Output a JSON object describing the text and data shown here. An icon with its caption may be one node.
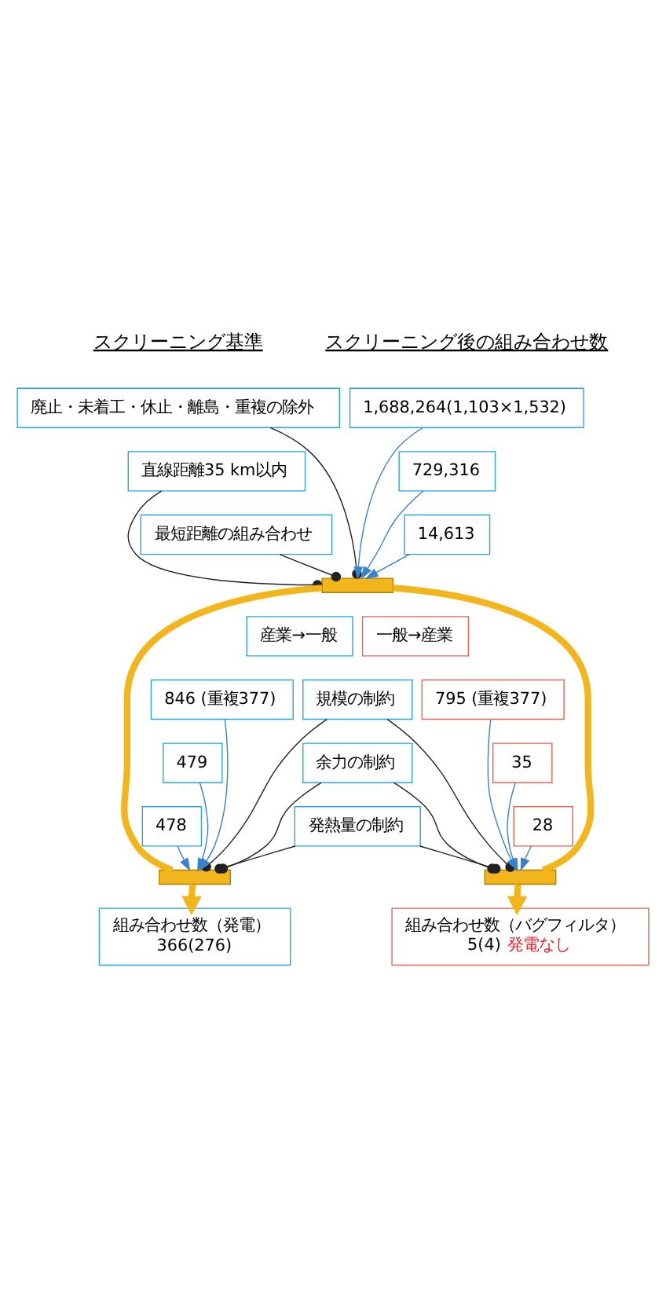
{
  "diagram": {
    "nodes": [
      {
        "text": [
          "廃止・未着工・休止・離島・重複の除外"
        ]
      },
      {
        "text": [
          "直線距離35 km以内"
        ]
      },
      {
        "text": [
          "最短距離の組み合わせ"
        ]
      },
      {
        "text": [
          "1,688,264(1,103×1,532)"
        ]
      },
      {
        "text": [
          "729,316"
        ]
      },
      {
        "text": [
          "14,613"
        ]
      },
      {
        "text": [
          "規模の制約"
        ]
      },
      {
        "text": [
          "余力の制約"
        ]
      },
      {
        "text": [
          "発熱量の制約"
        ]
      },
      {
        "text": [
          "産業→一般"
        ]
      },
      {
        "text": [
          "846 (重複377)"
        ]
      },
      {
        "text": [
          "479"
        ]
      },
      {
        "text": [
          "478"
        ]
      },
      {
        "text": [
          "組み合わせ数（発電）",
          "366(276)"
        ]
      },
      {
        "text": [
          "一般→産業"
        ]
      },
      {
        "text": [
          "795 (重複377)"
        ]
      },
      {
        "text": [
          "35"
        ]
      },
      {
        "text": [
          "28"
        ]
      },
      {
        "text": [
          "組み合わせ数（バグフィルタ）",
          "5(4)",
          "発電なし"
        ]
      },
      {
        "text": [],
        "shape": "bar"
      },
      {
        "text": [],
        "shape": "bar"
      },
      {
        "text": [],
        "shape": "bar"
      }
    ],
    "edges": [
      {
        "from": 0,
        "to": 19,
        "arrow": "other"
      },
      {
        "from": 1,
        "to": 19,
        "arrow": "other"
      },
      {
        "from": 2,
        "to": 19,
        "arrow": "other"
      },
      {
        "from": 3,
        "to": 19,
        "arrow": "to",
        "color": "#3a80d0"
      },
      {
        "from": 4,
        "to": 19,
        "arrow": "to",
        "color": "#3a80d0"
      },
      {
        "from": 5,
        "to": 19,
        "arrow": "to",
        "color": "#3a80d0"
      },
      {
        "from": 19,
        "to": 20,
        "arrow": "none",
        "style": "thick",
        "color": "#f2b51c"
      },
      {
        "from": 19,
        "to": 21,
        "arrow": "none",
        "style": "thick",
        "color": "#f2b51c"
      },
      {
        "from": 6,
        "to": 20,
        "arrow": "other"
      },
      {
        "from": 7,
        "to": 20,
        "arrow": "other"
      },
      {
        "from": 8,
        "to": 20,
        "arrow": "other"
      },
      {
        "from": 6,
        "to": 21,
        "arrow": "other"
      },
      {
        "from": 7,
        "to": 21,
        "arrow": "other"
      },
      {
        "from": 8,
        "to": 21,
        "arrow": "other"
      },
      {
        "from": 10,
        "to": 20,
        "arrow": "to",
        "color": "#3a80d0"
      },
      {
        "from": 11,
        "to": 20,
        "arrow": "to",
        "color": "#3a80d0"
      },
      {
        "from": 12,
        "to": 20,
        "arrow": "to",
        "color": "#3a80d0"
      },
      {
        "from": 15,
        "to": 21,
        "arrow": "to",
        "color": "#3a80d0"
      },
      {
        "from": 16,
        "to": 21,
        "arrow": "to",
        "color": "#3a80d0"
      },
      {
        "from": 17,
        "to": 21,
        "arrow": "to",
        "color": "#3a80d0"
      },
      {
        "from": 20,
        "to": 13,
        "arrow": "to",
        "style": "thick",
        "color": "#f2b51c"
      },
      {
        "from": 21,
        "to": 18,
        "arrow": "to",
        "style": "thick",
        "color": "#f2b51c"
      }
    ],
    "labels": [
      "スクリーニング基準",
      "スクリーニング後の組み合わせ数"
    ]
  }
}
